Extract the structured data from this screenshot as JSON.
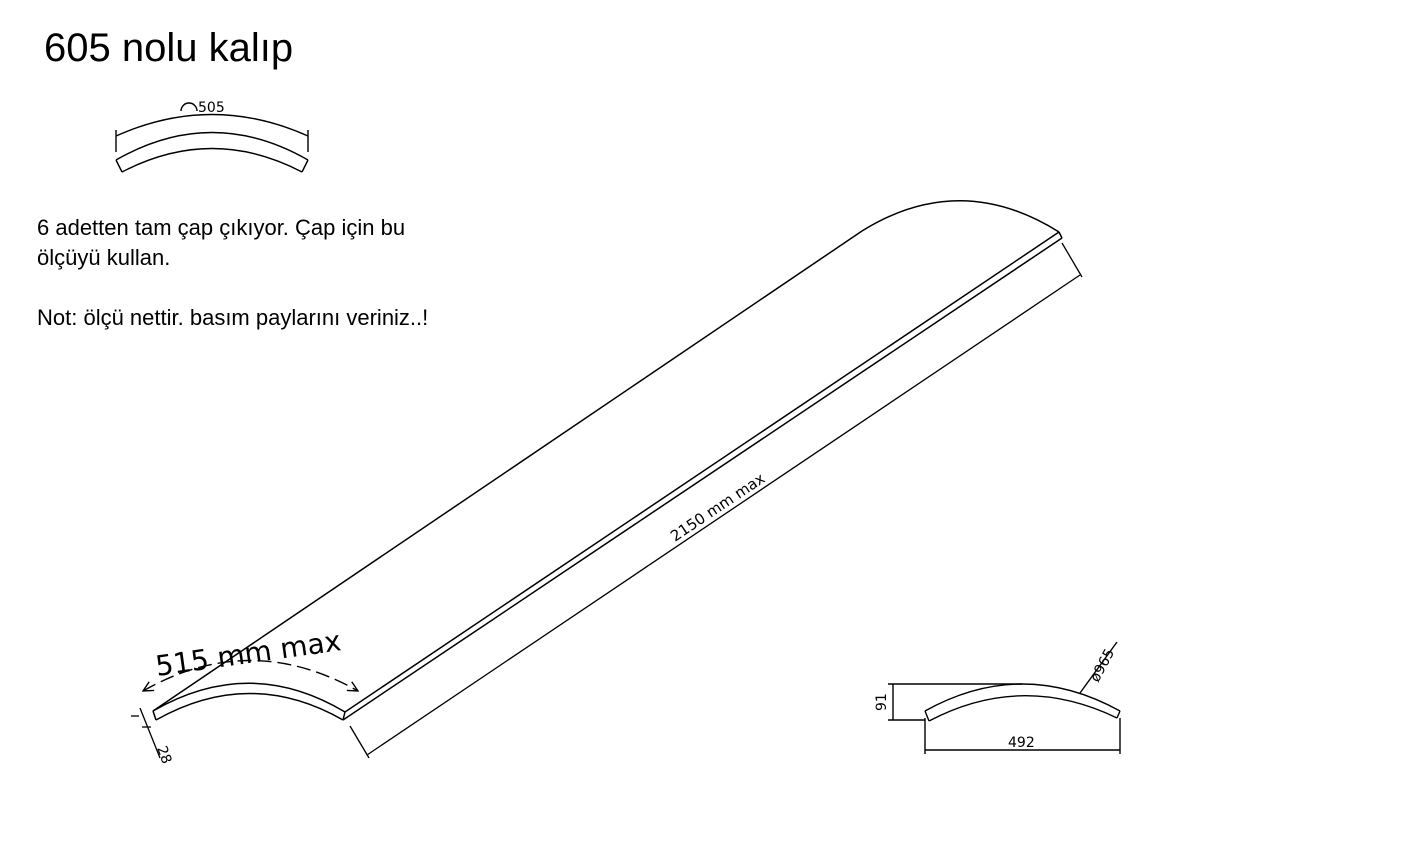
{
  "title": "605 nolu kalıp",
  "notes": {
    "line1": "6 adetten tam çap çıkıyor. Çap için bu",
    "line2": "ölçüyü kullan.",
    "line3": "Not: ölçü  nettir. basım paylarını veriniz..!"
  },
  "dimensions": {
    "top_arc_length": "505",
    "length": "2150 mm max",
    "width": "515 mm max",
    "thickness": "28",
    "side_height": "91",
    "side_chord": "492",
    "side_diameter": "ø965"
  }
}
